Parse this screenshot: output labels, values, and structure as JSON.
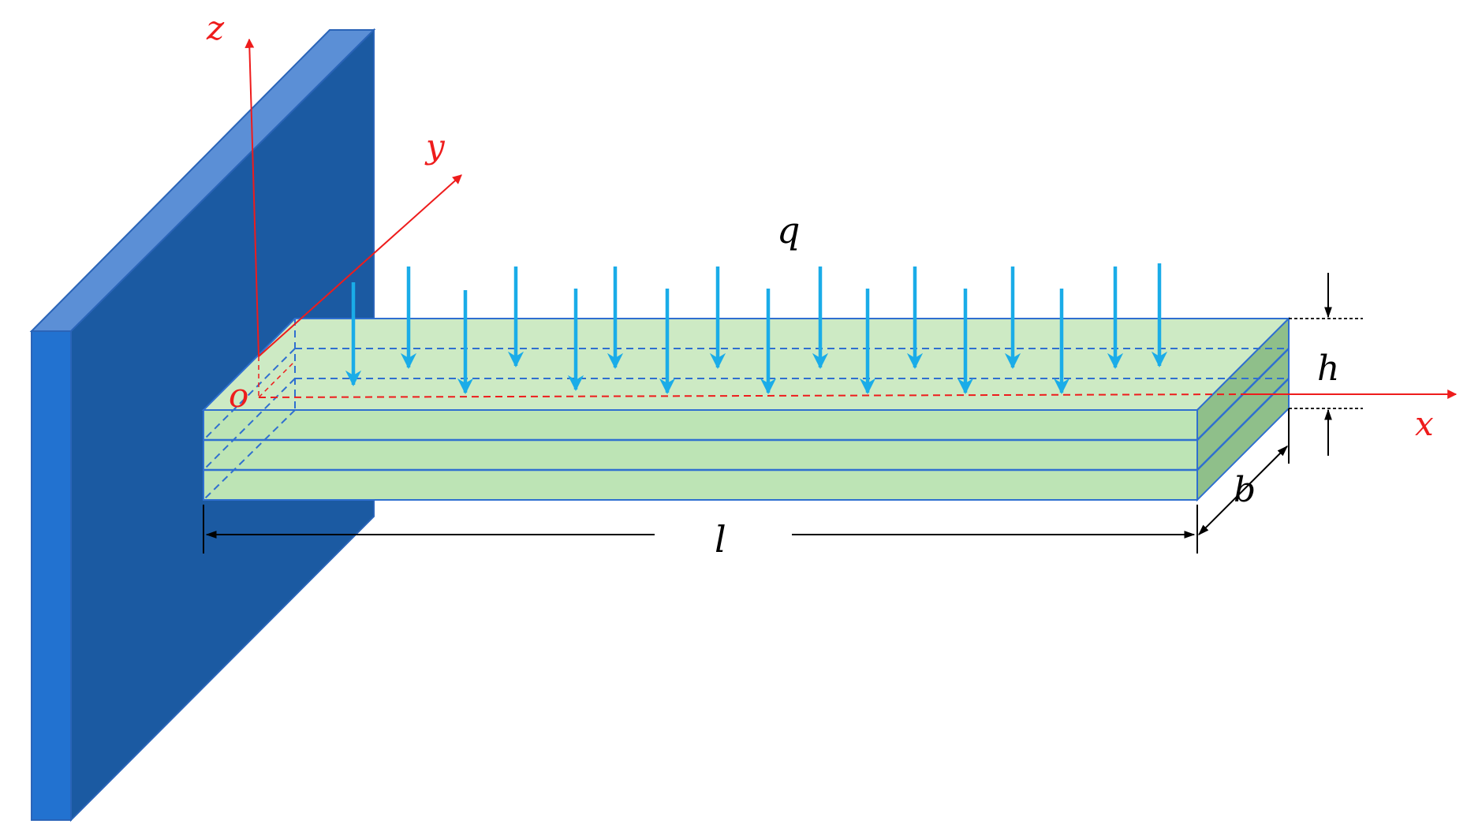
{
  "labels": {
    "z": "z",
    "y": "y",
    "x": "x",
    "o": "o",
    "q": "q",
    "h": "h",
    "b": "b",
    "l": "l"
  },
  "colors": {
    "wall_front": "#1b5aa2",
    "wall_side": "#2272d0",
    "wall_top": "#5b8fd6",
    "wall_edge": "#2a64b8",
    "beam_top": "#cdeac4",
    "beam_front": "#bde4b5",
    "beam_end": "#8fbf8a",
    "beam_edge": "#2f6fd0",
    "load_arrow": "#1aace8",
    "axis": "#ee1c1c",
    "dimension": "#000000"
  },
  "structure": {
    "layer_count": 3,
    "load_arrow_count": 17
  }
}
